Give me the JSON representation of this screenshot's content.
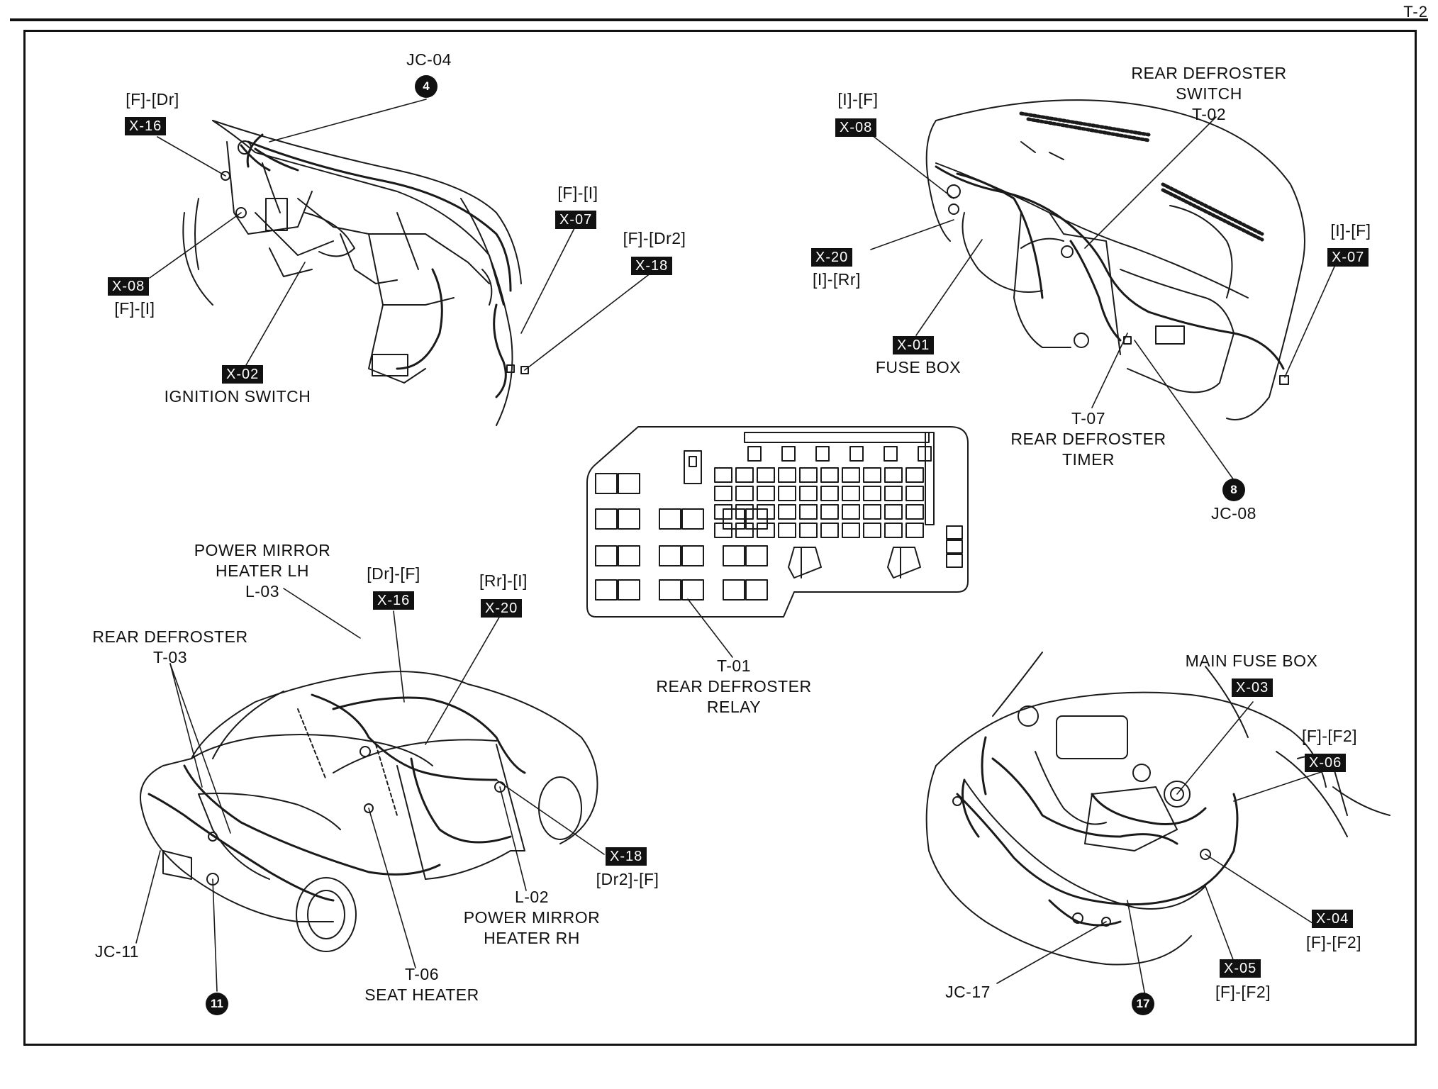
{
  "page_label": "T-2",
  "dashboard_left": {
    "jc04": {
      "label": "JC-04",
      "number": "4"
    },
    "x16": {
      "pin": "[F]-[Dr]",
      "code": "X-16"
    },
    "x08": {
      "code": "X-08",
      "pin": "[F]-[I]"
    },
    "x02": {
      "code": "X-02",
      "name": "IGNITION SWITCH"
    },
    "x07": {
      "pin": "[F]-[I]",
      "code": "X-07"
    },
    "x18": {
      "pin": "[F]-[Dr2]",
      "code": "X-18"
    }
  },
  "dashboard_right": {
    "x08": {
      "pin": "[I]-[F]",
      "code": "X-08"
    },
    "t02": {
      "name": "REAR DEFROSTER\nSWITCH\nT-02"
    },
    "x20": {
      "code": "X-20",
      "pin": "[I]-[Rr]"
    },
    "x01": {
      "code": "X-01",
      "name": "FUSE BOX"
    },
    "x07": {
      "pin": "[I]-[F]",
      "code": "X-07"
    },
    "t07": {
      "name": "T-07\nREAR DEFROSTER\nTIMER"
    },
    "jc08": {
      "number": "8",
      "label": "JC-08"
    }
  },
  "fuse_box": {
    "t01": {
      "name": "T-01\nREAR DEFROSTER\nRELAY"
    }
  },
  "car_rear": {
    "l03": {
      "name": "POWER MIRROR\nHEATER LH\nL-03"
    },
    "x16": {
      "pin": "[Dr]-[F]",
      "code": "X-16"
    },
    "x20": {
      "pin": "[Rr]-[I]",
      "code": "X-20"
    },
    "t03": {
      "name": "REAR DEFROSTER\nT-03"
    },
    "x18": {
      "code": "X-18",
      "pin": "[Dr2]-[F]"
    },
    "l02": {
      "name": "L-02\nPOWER MIRROR\nHEATER RH"
    },
    "t06": {
      "name": "T-06\nSEAT HEATER"
    },
    "jc11": {
      "label": "JC-11",
      "number": "11"
    }
  },
  "engine_bay": {
    "x03": {
      "name": "MAIN FUSE BOX",
      "code": "X-03"
    },
    "x06": {
      "pin": "[F]-[F2]",
      "code": "X-06"
    },
    "x04": {
      "code": "X-04",
      "pin": "[F]-[F2]"
    },
    "x05": {
      "code": "X-05",
      "pin": "[F]-[F2]"
    },
    "jc17": {
      "label": "JC-17",
      "number": "17"
    }
  }
}
